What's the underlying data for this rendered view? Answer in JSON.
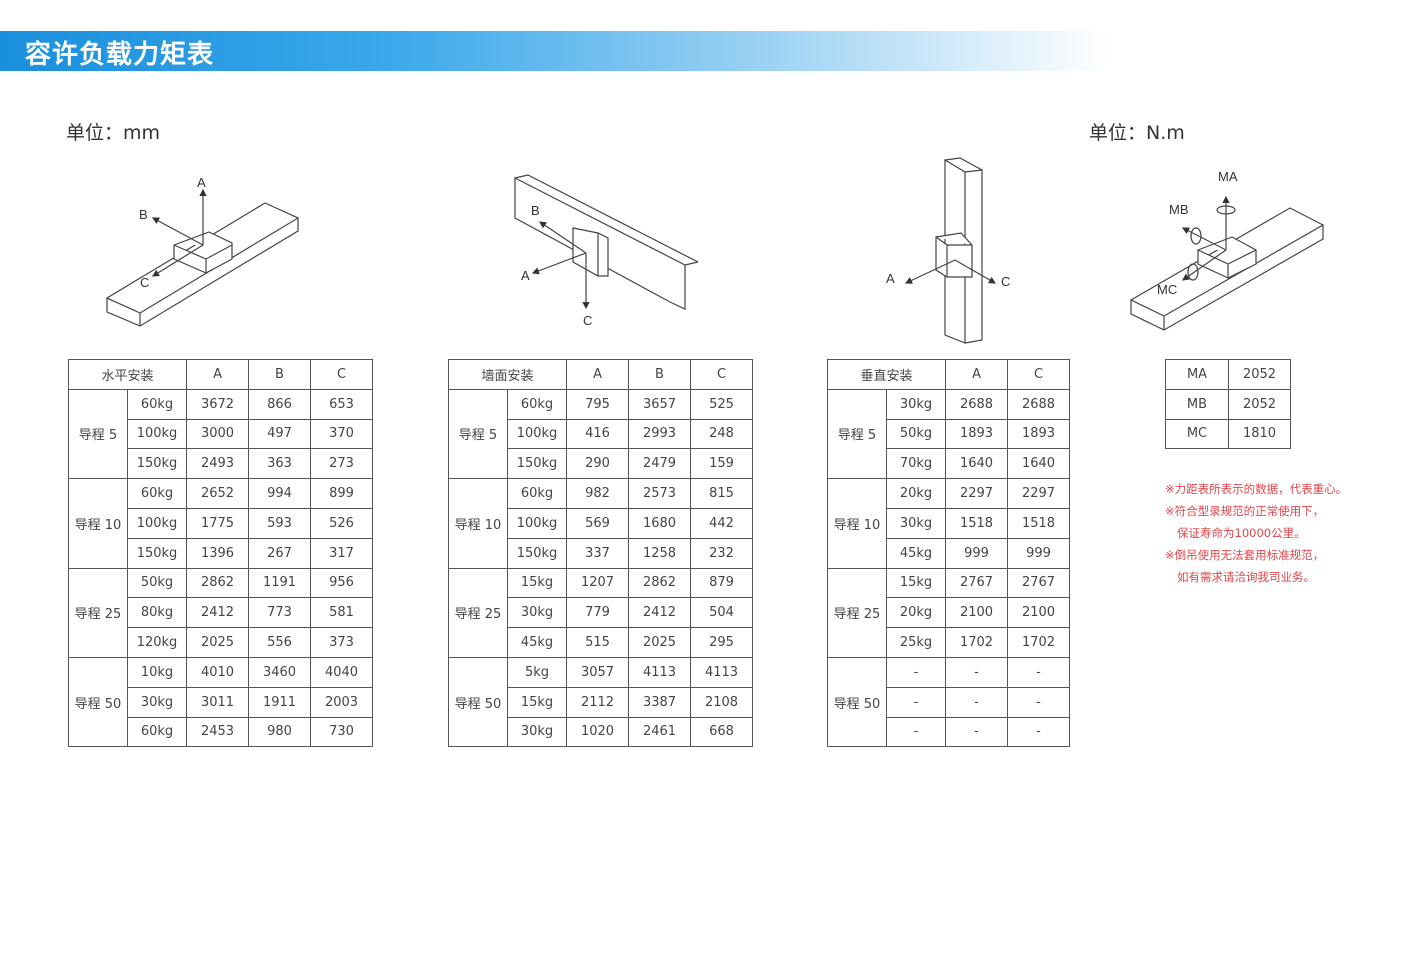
{
  "title": "容许负载力矩表",
  "unit_left": "单位：mm",
  "unit_right": "单位：N.m",
  "diagrams": {
    "horizontal": {
      "a": "A",
      "b": "B",
      "c": "C"
    },
    "wall": {
      "a": "A",
      "b": "B",
      "c": "C"
    },
    "vertical": {
      "a": "A",
      "c": "C"
    },
    "moment": {
      "ma": "MA",
      "mb": "MB",
      "mc": "MC"
    }
  },
  "tables": [
    {
      "header": [
        "水平安装",
        "A",
        "B",
        "C"
      ],
      "groups": [
        {
          "name": "导程 5",
          "rows": [
            [
              "60kg",
              "3672",
              "866",
              "653"
            ],
            [
              "100kg",
              "3000",
              "497",
              "370"
            ],
            [
              "150kg",
              "2493",
              "363",
              "273"
            ]
          ]
        },
        {
          "name": "导程 10",
          "rows": [
            [
              "60kg",
              "2652",
              "994",
              "899"
            ],
            [
              "100kg",
              "1775",
              "593",
              "526"
            ],
            [
              "150kg",
              "1396",
              "267",
              "317"
            ]
          ]
        },
        {
          "name": "导程 25",
          "rows": [
            [
              "50kg",
              "2862",
              "1191",
              "956"
            ],
            [
              "80kg",
              "2412",
              "773",
              "581"
            ],
            [
              "120kg",
              "2025",
              "556",
              "373"
            ]
          ]
        },
        {
          "name": "导程 50",
          "rows": [
            [
              "10kg",
              "4010",
              "3460",
              "4040"
            ],
            [
              "30kg",
              "3011",
              "1911",
              "2003"
            ],
            [
              "60kg",
              "2453",
              "980",
              "730"
            ]
          ]
        }
      ]
    },
    {
      "header": [
        "墙面安装",
        "A",
        "B",
        "C"
      ],
      "groups": [
        {
          "name": "导程 5",
          "rows": [
            [
              "60kg",
              "795",
              "3657",
              "525"
            ],
            [
              "100kg",
              "416",
              "2993",
              "248"
            ],
            [
              "150kg",
              "290",
              "2479",
              "159"
            ]
          ]
        },
        {
          "name": "导程 10",
          "rows": [
            [
              "60kg",
              "982",
              "2573",
              "815"
            ],
            [
              "100kg",
              "569",
              "1680",
              "442"
            ],
            [
              "150kg",
              "337",
              "1258",
              "232"
            ]
          ]
        },
        {
          "name": "导程 25",
          "rows": [
            [
              "15kg",
              "1207",
              "2862",
              "879"
            ],
            [
              "30kg",
              "779",
              "2412",
              "504"
            ],
            [
              "45kg",
              "515",
              "2025",
              "295"
            ]
          ]
        },
        {
          "name": "导程 50",
          "rows": [
            [
              "5kg",
              "3057",
              "4113",
              "4113"
            ],
            [
              "15kg",
              "2112",
              "3387",
              "2108"
            ],
            [
              "30kg",
              "1020",
              "2461",
              "668"
            ]
          ]
        }
      ]
    },
    {
      "header": [
        "垂直安装",
        "A",
        "C"
      ],
      "groups": [
        {
          "name": "导程 5",
          "rows": [
            [
              "30kg",
              "2688",
              "2688"
            ],
            [
              "50kg",
              "1893",
              "1893"
            ],
            [
              "70kg",
              "1640",
              "1640"
            ]
          ]
        },
        {
          "name": "导程 10",
          "rows": [
            [
              "20kg",
              "2297",
              "2297"
            ],
            [
              "30kg",
              "1518",
              "1518"
            ],
            [
              "45kg",
              "999",
              "999"
            ]
          ]
        },
        {
          "name": "导程 25",
          "rows": [
            [
              "15kg",
              "2767",
              "2767"
            ],
            [
              "20kg",
              "2100",
              "2100"
            ],
            [
              "25kg",
              "1702",
              "1702"
            ]
          ]
        },
        {
          "name": "导程 50",
          "rows": [
            [
              "-",
              "-",
              "-"
            ],
            [
              "-",
              "-",
              "-"
            ],
            [
              "-",
              "-",
              "-"
            ]
          ]
        }
      ]
    }
  ],
  "moment_table": [
    [
      "MA",
      "2052"
    ],
    [
      "MB",
      "2052"
    ],
    [
      "MC",
      "1810"
    ]
  ],
  "notes": [
    "※力距表所表示的数据，代表重心。",
    "※符合型录规范的正常使用下，",
    "保证寿命为10000公里。",
    "※倒吊使用无法套用标准规范，",
    "如有需求请洽询我司业务。"
  ]
}
